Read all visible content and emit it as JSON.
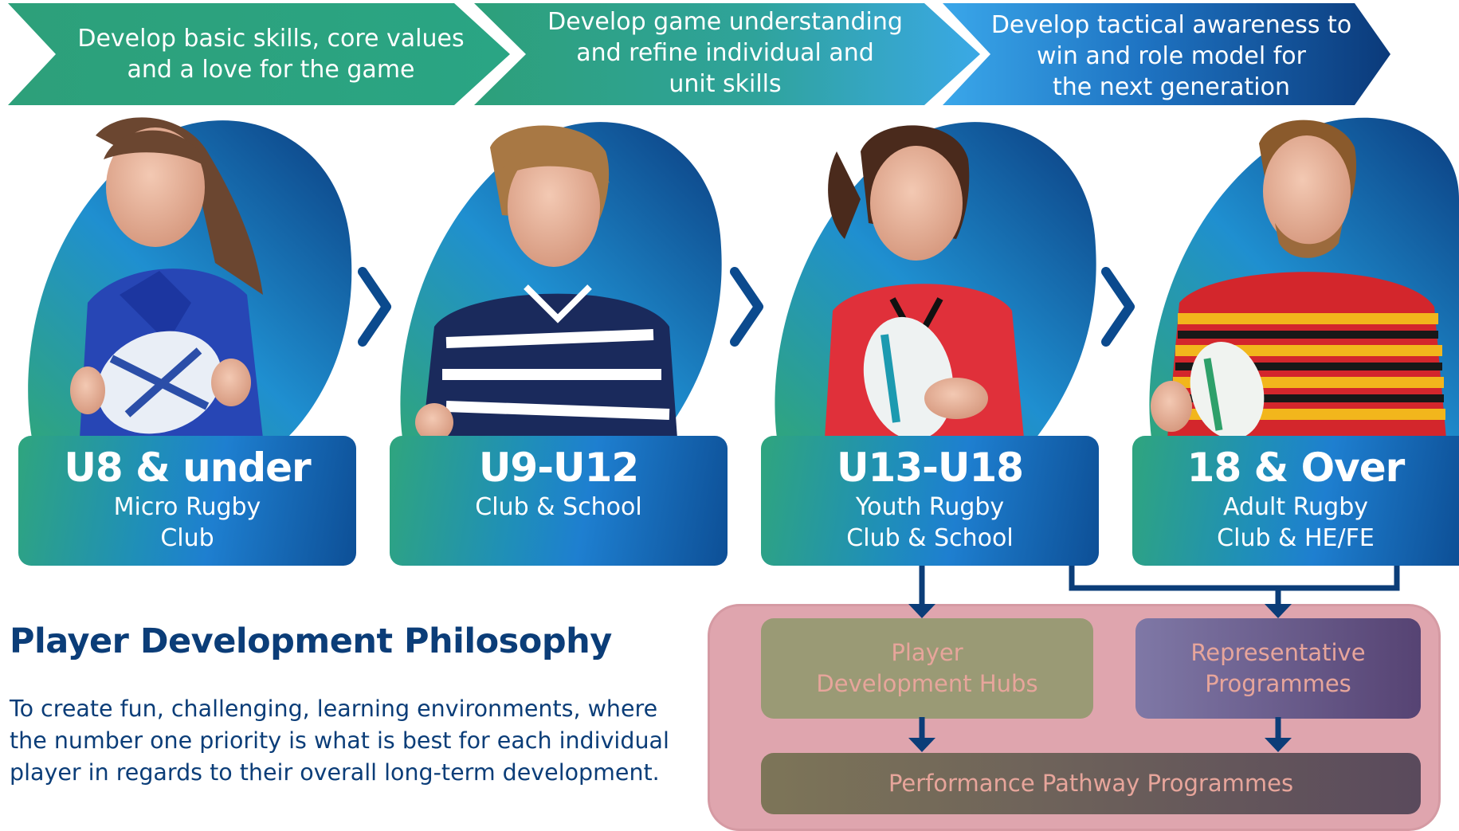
{
  "banners": [
    {
      "lines": [
        "Develop basic skills, core values",
        "and a love for the game"
      ]
    },
    {
      "lines": [
        "Develop game understanding",
        "and refine individual and",
        "unit skills"
      ]
    },
    {
      "lines": [
        "Develop tactical awareness to",
        "win and role model for",
        "the next generation"
      ]
    }
  ],
  "stages": [
    {
      "title": "U8 & under",
      "lines": [
        "Micro Rugby",
        "Club"
      ]
    },
    {
      "title": "U9-U12",
      "lines": [
        "Club & School"
      ]
    },
    {
      "title": "U13-U18",
      "lines": [
        "Youth Rugby",
        "Club & School"
      ]
    },
    {
      "title": "18 & Over",
      "lines": [
        "Adult Rugby",
        "Club & HE/FE"
      ]
    }
  ],
  "pathway": {
    "hubs": [
      "Player",
      "Development Hubs"
    ],
    "representative": [
      "Representative",
      "Programmes"
    ],
    "performance": "Performance Pathway Programmes"
  },
  "philosophy": {
    "heading": "Player Development Philosophy",
    "lines": [
      "To create fun, challenging, learning environments, where",
      "the number one priority is what is best for each individual",
      "player in regards to their overall long-term development."
    ]
  },
  "colors": {
    "navy": "#0b3d78",
    "green": "#2fa57e",
    "blue": "#1e7fd0",
    "panel_pink": "#dfa5ae"
  }
}
